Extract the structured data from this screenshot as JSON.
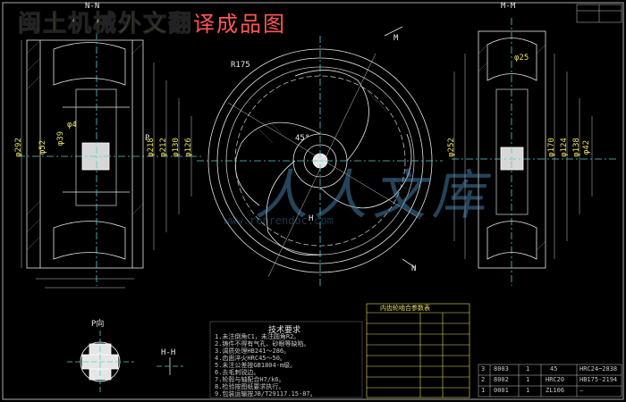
{
  "banner": {
    "part_a": "闽土机械外文翻",
    "part_b": "译成品图"
  },
  "watermark": {
    "text": "人人文库",
    "sub": "www.renrendoc.com"
  },
  "views": {
    "section_nn": "N-N",
    "section_mm": "M-M",
    "section_pn": "P向",
    "section_hh": "H-H"
  },
  "table_title": "内齿轮啮合参数表",
  "notes_title": "技术要求",
  "notes": [
    "1.未注倒角C1，未注圆角R2。",
    "2.铸件不得有气孔、砂眼等缺陷。",
    "3.调质处理HB241～286。",
    "4.齿面淬火HRC45～50。",
    "5.未注公差按GB1804-m级。",
    "6.去毛刺锐边。",
    "7.轮毂与轴配合H7/k6。",
    "8.检验按图纸要求执行。",
    "9.包装运输按JB/T29117.15-87。"
  ],
  "dims_left": [
    "φ292",
    "φ218",
    "φ212",
    "φ130",
    "φ126",
    "φ39",
    "φ52",
    "φ4"
  ],
  "dims_right": [
    "φ252",
    "φ170",
    "φ124",
    "φ138",
    "φ42",
    "φ25"
  ],
  "labels": {
    "p": "P",
    "n": "N",
    "m": "M",
    "h": "H",
    "r175": "R175",
    "angle": "45°"
  },
  "bottom_table": [
    [
      "3",
      "8003",
      "1",
      "45",
      "HRC24~2838"
    ],
    [
      "2",
      "8002",
      "1",
      "HRC20",
      "HB175-2194"
    ],
    [
      "1",
      "0001",
      "1",
      "ZL106",
      "—"
    ]
  ]
}
